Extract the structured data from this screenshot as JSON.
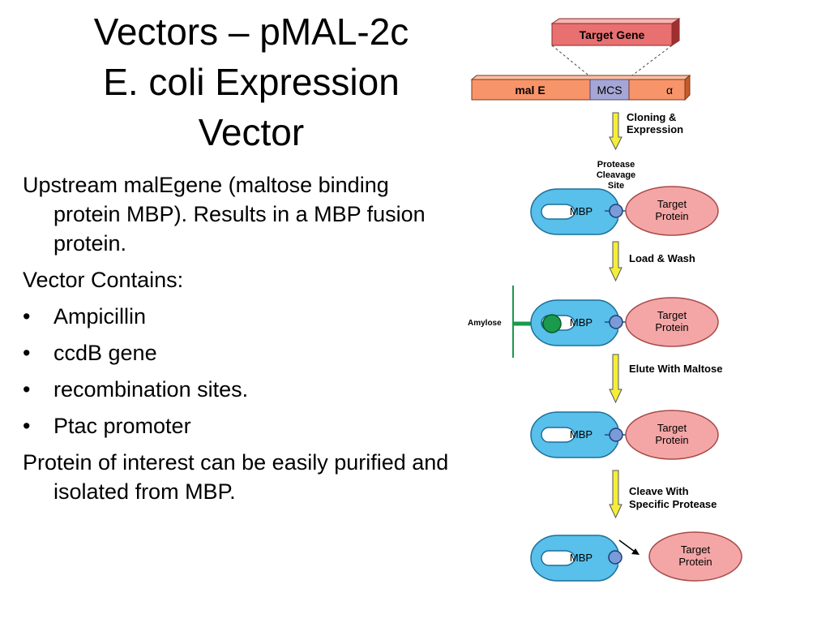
{
  "title": {
    "line1": "Vectors – pMAL-2c",
    "line2": "E. coli Expression",
    "line3": "Vector"
  },
  "body": {
    "intro": "Upstream malEgene (maltose binding protein MBP). Results in a MBP fusion protein.",
    "contains_heading": "Vector Contains:",
    "bullet_glyph": "•",
    "bullets": [
      "Ampicillin",
      "ccdB gene",
      "recombination sites.",
      "Ptac promoter"
    ],
    "conclusion": "Protein of interest can be easily purified and isolated from MBP."
  },
  "diagram": {
    "target_gene": "Target Gene",
    "mal_e": "mal E",
    "mcs": "MCS",
    "alpha": "α",
    "step1_line1": "Cloning &",
    "step1_line2": "Expression",
    "cleavage_line1": "Protease",
    "cleavage_line2": "Cleavage",
    "cleavage_line3": "Site",
    "mbp": "MBP",
    "target_line1": "Target",
    "target_line2": "Protein",
    "step2": "Load & Wash",
    "amylose": "Amylose",
    "step3": "Elute With Maltose",
    "step4_line1": "Cleave With",
    "step4_line2": "Specific Protease"
  },
  "colors": {
    "gene_red": "#e87070",
    "vector_orange": "#f8946a",
    "mcs_purple": "#a6a6d6",
    "mbp_blue": "#58c0ea",
    "target_pink": "#f4a6a6",
    "arrow_yellow": "#f4ee3a",
    "amylose_green": "#1a9a4c"
  }
}
